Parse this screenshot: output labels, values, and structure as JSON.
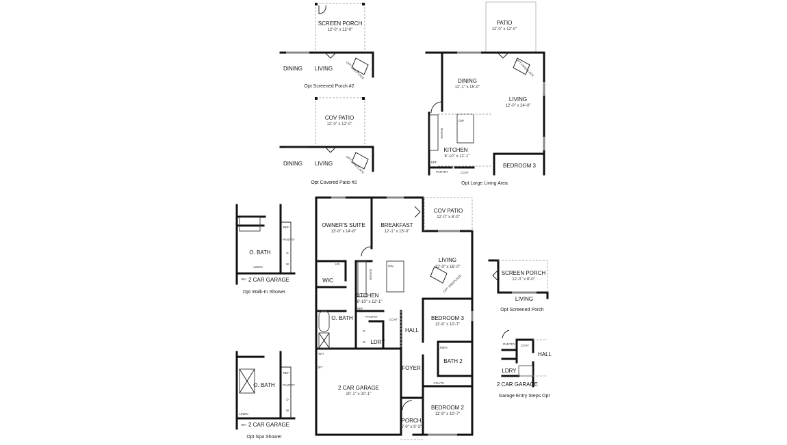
{
  "opt_screened_porch_2": {
    "caption": "Opt Screened Porch #2",
    "porch": "SCREEN PORCH",
    "porch_dim": "12'-0\" x 12'-0\"",
    "dining": "DINING",
    "living": "LIVING",
    "fireplace": "OPT FIREPLACE"
  },
  "opt_covered_patio_2": {
    "caption": "Opt Covered Patio #2",
    "patio": "COV PATIO",
    "patio_dim": "12'-0\" x 12'-0\"",
    "dining": "DINING",
    "living": "LIVING",
    "fireplace": "OPT FIREPLACE"
  },
  "opt_large_living": {
    "caption": "Opt Large Living Area",
    "patio": "PATIO",
    "patio_dim": "12'-0\" x 12'-0\"",
    "dining": "DINING",
    "dining_dim": "12'-1\" x 15'-0\"",
    "living": "LIVING",
    "living_dim": "12'-0\" x 24'-0\"",
    "kitchen": "KITCHEN",
    "kitchen_dim": "8'-10\" x 12'-1\"",
    "bedroom3": "BEDROOM 3",
    "pantry": "PANTRY",
    "coat": "COAT",
    "range": "RANGE",
    "dw": "DW",
    "ref": "REF",
    "fireplace": "OPT FIREPLACE"
  },
  "main": {
    "owners_suite": "OWNER'S SUITE",
    "owners_suite_dim": "13'-0\" x 14'-8\"",
    "breakfast": "BREAKFAST",
    "breakfast_dim": "12'-1\" x 15'-0\"",
    "cov_patio": "COV PATIO",
    "cov_patio_dim": "12'-0\" x 8'-0\"",
    "living": "LIVING",
    "living_dim": "12'-0\" x 16'-0\"",
    "fireplace": "OPT FIREPLACE",
    "wic": "WIC",
    "lin": "LIN",
    "kitchen": "KITCHEN",
    "kitchen_dim": "8'-10\" x 12'-1\"",
    "range": "RANGE",
    "dw": "DW",
    "ref": "REF",
    "pantry": "PANTRY",
    "coat": "COAT",
    "obath": "O. BATH",
    "hall": "HALL",
    "bedroom3": "BEDROOM 3",
    "bedroom3_dim": "11'-9\" x 10'-7\"",
    "ldry": "LDRY",
    "d": "D",
    "w": "W",
    "linen": "LINEN",
    "bath2": "BATH 2",
    "foyer": "FOYER",
    "coats": "COATS",
    "wh": "WH",
    "opt": "OPT",
    "garage": "2 CAR GARAGE",
    "garage_dim": "20'-1\" x 20'-1\"",
    "bedroom2": "BEDROOM 2",
    "bedroom2_dim": "11'-9\" x 10'-7\"",
    "porch": "PORCH",
    "porch_dim": "5'-0\" x 9'-3\""
  },
  "opt_walk_in_shower": {
    "caption": "Opt Walk-In Shower",
    "obath": "O. BATH",
    "ref": "REF",
    "pantry": "PANTRY",
    "d": "D",
    "w": "W",
    "linen": "LINEN",
    "wh": "WH",
    "garage": "2 CAR GARAGE"
  },
  "opt_spa_shower": {
    "caption": "Opt Spa Shower",
    "obath": "O. BATH",
    "ref": "REF",
    "pantry": "PANTRY",
    "d": "D",
    "w": "W",
    "linen": "LINEN",
    "wh": "WH",
    "garage": "2 CAR GARAGE"
  },
  "opt_screened_porch": {
    "caption": "Opt Screened Porch",
    "porch": "SCREEN PORCH",
    "porch_dim": "12'-0\" x 8'-0\"",
    "living": "LIVING"
  },
  "garage_entry_steps": {
    "caption": "Garage Entry Steps Opt",
    "pantry": "PANTRY",
    "coat": "COAT",
    "hall": "HALL",
    "ldry": "LDRY",
    "garage": "2 CAR GARAGE"
  }
}
